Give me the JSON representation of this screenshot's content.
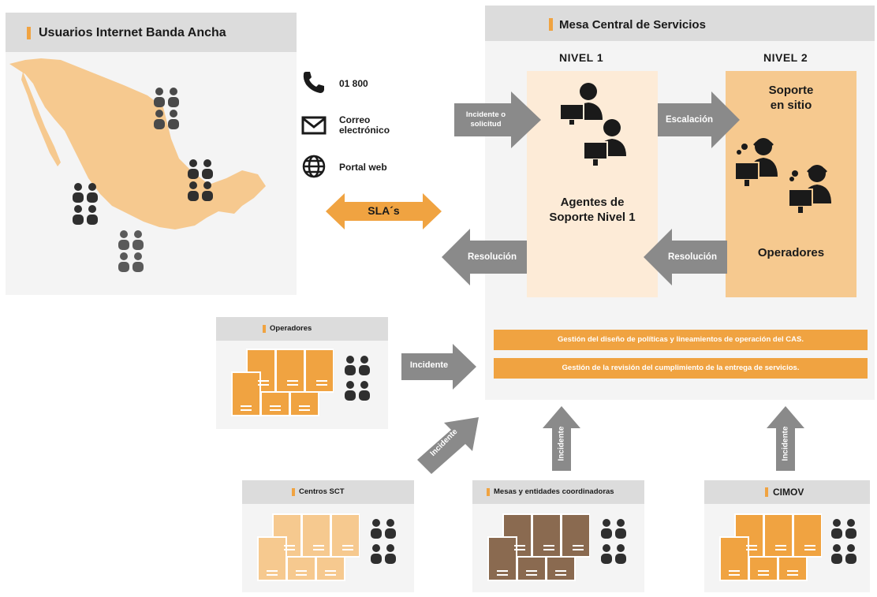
{
  "users_panel": {
    "title": "Usuarios Internet Banda Ancha"
  },
  "channels": [
    {
      "icon": "phone-icon",
      "label": "01 800"
    },
    {
      "icon": "mail-icon",
      "label_line1": "Correo",
      "label_line2": "electrónico"
    },
    {
      "icon": "globe-icon",
      "label": "Portal web"
    }
  ],
  "sla": {
    "label": "SLA´s"
  },
  "mesa": {
    "title": "Mesa Central de Servicios",
    "nivel1": "NIVEL 1",
    "nivel2": "NIVEL 2",
    "agentes_line1": "Agentes de",
    "agentes_line2": "Soporte Nivel 1",
    "soporte_line1": "Soporte",
    "soporte_line2": "en sitio",
    "operadores": "Operadores",
    "strip1": "Gestión del diseño de políticas y lineamientos de operación del CAS.",
    "strip2": "Gestión de la revisión del cumplimiento de la entrega de servicios."
  },
  "arrows": {
    "incidente_solicitud_line1": "Incidente o",
    "incidente_solicitud_line2": "solicitud",
    "escalacion": "Escalación",
    "resolucion_left": "Resolución",
    "resolucion_right": "Resolución",
    "incidente_operadores": "Incidente",
    "incidente_diag": "Incidente",
    "incidente_mesas": "Incidente",
    "incidente_cimov": "Incidente"
  },
  "small_panels": {
    "operadores": {
      "title": "Operadores"
    },
    "centros": {
      "title": "Centros SCT"
    },
    "mesas": {
      "title": "Mesas y entidades coordinadoras"
    },
    "cimov": {
      "title": "CIMOV"
    }
  },
  "colors": {
    "orange": "#f0a341",
    "light_orange": "#f6c98f",
    "peach": "#fdebd7",
    "brown": "#8a6a50",
    "gray_arrow": "#8a8a8a",
    "panel_bg": "#f4f4f4",
    "header_bg": "#dcdcdc"
  }
}
